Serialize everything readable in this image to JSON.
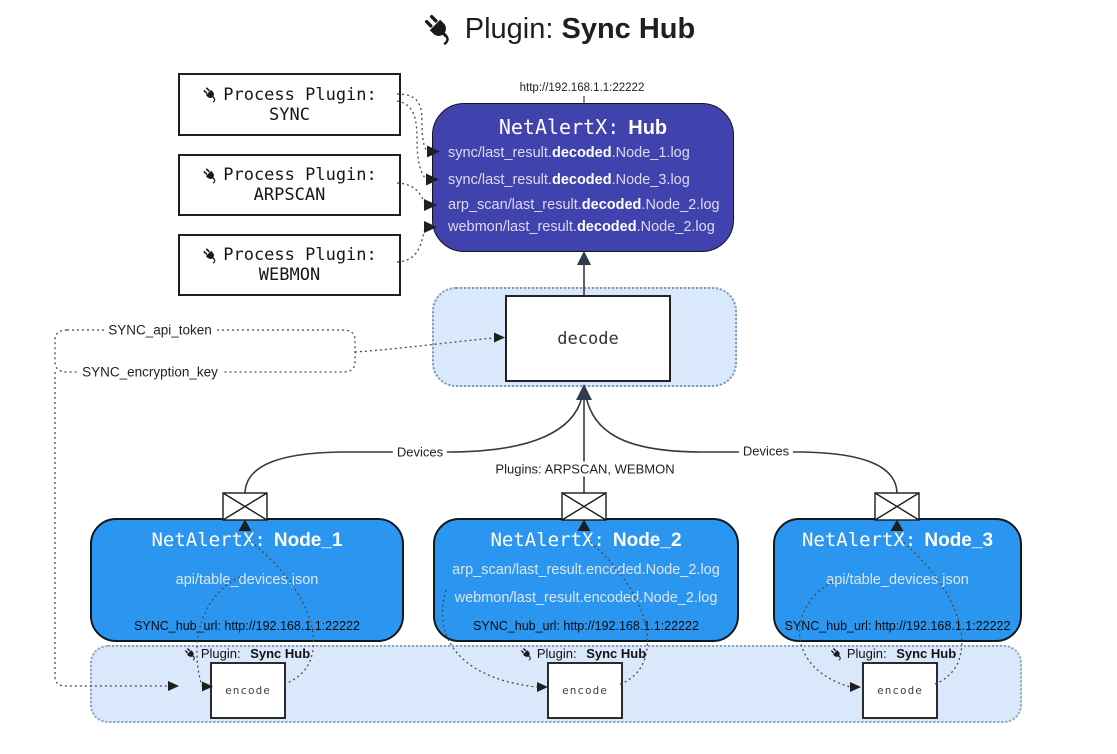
{
  "title": {
    "prefix": "Plugin:",
    "name": "Sync Hub"
  },
  "hub": {
    "url": "http://192.168.1.1:22222",
    "title_prefix": "NetAlertX:",
    "title_name": "Hub",
    "entries": [
      {
        "pre": "sync/last_result.",
        "em": "decoded",
        "post": ".Node_1.log"
      },
      {
        "pre": "sync/last_result.",
        "em": "decoded",
        "post": ".Node_3.log"
      },
      {
        "pre": "arp_scan/last_result.",
        "em": "decoded",
        "post": ".Node_2.log"
      },
      {
        "pre": "webmon/last_result.",
        "em": "decoded",
        "post": ".Node_2.log"
      }
    ]
  },
  "process_plugins": [
    {
      "label": "Process Plugin:",
      "name": "SYNC"
    },
    {
      "label": "Process Plugin:",
      "name": "ARPSCAN"
    },
    {
      "label": "Process Plugin:",
      "name": "WEBMON"
    }
  ],
  "decode_box": {
    "label": "decode"
  },
  "settings": {
    "api_token": "SYNC_api_token",
    "encryption_key": "SYNC_encryption_key"
  },
  "edges": {
    "devices_left": "Devices",
    "plugins_center": "Plugins: ARPSCAN, WEBMON",
    "devices_right": "Devices"
  },
  "nodes": [
    {
      "title_prefix": "NetAlertX:",
      "title_name": "Node_1",
      "file_1": "api/table_devices.json",
      "hub_url": "SYNC_hub_url: http://192.168.1.1:22222"
    },
    {
      "title_prefix": "NetAlertX:",
      "title_name": "Node_2",
      "file_1": "arp_scan/last_result.encoded.Node_2.log",
      "file_2": "webmon/last_result.encoded.Node_2.log",
      "hub_url": "SYNC_hub_url: http://192.168.1.1:22222"
    },
    {
      "title_prefix": "NetAlertX:",
      "title_name": "Node_3",
      "file_1": "api/table_devices.json",
      "hub_url": "SYNC_hub_url: http://192.168.1.1:22222"
    }
  ],
  "encode_groups": [
    {
      "label_prefix": "Plugin:",
      "label_name": "Sync Hub",
      "box_label": "encode"
    },
    {
      "label_prefix": "Plugin:",
      "label_name": "Sync Hub",
      "box_label": "encode"
    },
    {
      "label_prefix": "Plugin:",
      "label_name": "Sync Hub",
      "box_label": "encode"
    }
  ],
  "colors": {
    "hub_fill": "#4042AE",
    "node_fill": "#2B96F0",
    "band_fill": "#D9E9FB",
    "band_border": "#8CA4BA",
    "arrow_dark": "#2F3C4E"
  }
}
